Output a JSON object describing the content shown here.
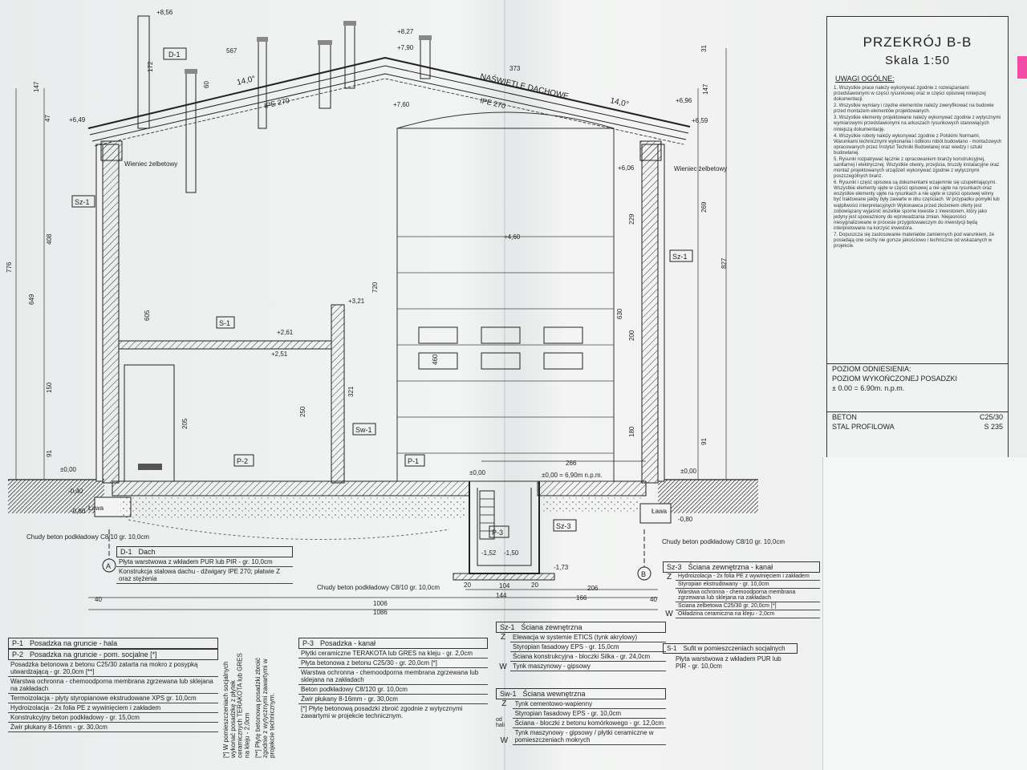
{
  "title": {
    "heading": "PRZEKRÓJ B-B",
    "scale": "Skala 1:50"
  },
  "notes": {
    "heading": "UWAGI OGÓLNE:",
    "items": [
      "1. Wszystkie prace należy wykonywać zgodnie z rozwiązaniami przedstawionymi w części rysunkowej oraz w części opisowej niniejszej dokumentacji.",
      "2. Wszystkie wymiary i rzędne elementów należy zweryfikować na budowie przed montażem elementów projektowanych.",
      "3. Wszystkie elementy projektowane należy wykonywać zgodnie z wytycznymi wymiarowymi przedstawionymi na arkuszach rysunkowych stanowiących niniejszą dokumentację.",
      "4. Wszystkie roboty należy wykonywać zgodnie z Polskimi Normami, Warunkami technicznymi wykonania i odbioru robót budowlano - montażowych opracowanych przez Instytut Techniki Budowlanej oraz wiedzy i sztuki budowlanej.",
      "5. Rysunki rozpatrywać łącznie z opracowaniem branży konstrukcyjnej, sanitarnej i elektrycznej. Wszystkie otwory, przejścia, bruzdy instalacyjne oraz montaż projektowanych urządzeń wykonywać zgodnie z wytycznymi poszczególnych branż.",
      "6. Rysunki i część opisowa są dokumentami wzajemnie się uzupełniającymi. Wszystkie elementy ujęte w części opisowej a nie ujęte na rysunkach oraz wszystkie elementy ujęte na rysunkach a nie ujęte w części opisowej winny być traktowane jakby były zawarte w obu częściach. W przypadku pomyłki lub wątpliwości interpretacyjnych Wykonawca przed złożeniem oferty jest zobowiązany wyjaśnić wszelkie sporne kwestie z inwestorem, który jako jedyny jest upoważniony do wprowadzania zmian. Niejasności niesygnalizowane w procesie przygotowawczym do inwestycji będą interpretowane na korzyść inwestora.",
      "7. Dopuszcza się zastosowanie materiałów zamiennych pod warunkiem, że posiadają one cechy nie gorsze jakościowo i techniczne od wskazanych w projekcie."
    ]
  },
  "reference": {
    "line1": "POZIOM ODNIESIENIA:",
    "line2": "POZIOM WYKOŃCZONEJ POSADZKI",
    "line3": "± 0.00 = 6.90m. n.p.m."
  },
  "materials": [
    {
      "name": "BETON",
      "value": "C25/30"
    },
    {
      "name": "STAL PROFILOWA",
      "value": "S 235"
    }
  ],
  "drawing": {
    "roof_label": "NAŚWIETLE DACHOWE",
    "beam_left": "IPE 270",
    "beam_right": "IPE 270",
    "slope_left": "14,0°",
    "slope_right": "14,0°",
    "wieniec_left": "Wieniec żelbetowy",
    "wieniec_right": "Wieniec żelbetowy",
    "tag_d1": "D-1",
    "tag_sz1_left": "Sz-1",
    "tag_sz1_right": "Sz-1",
    "tag_s1": "S-1",
    "tag_sw1": "Sw-1",
    "tag_p2": "P-2",
    "tag_p1": "P-1",
    "tag_p3": "P-3",
    "tag_sz3": "Sz-3",
    "lawa_left": "Ława",
    "lawa_right": "Ława",
    "axis_a": "A",
    "axis_b": "B",
    "levels": {
      "l856": "+8,56",
      "l827": "+8,27",
      "l790": "+7,90",
      "l760": "+7,60",
      "l649": "+6,49",
      "l696": "+6,96",
      "l659": "+6,59",
      "l606": "+6,06",
      "l460": "+4,60",
      "l321": "+3,21",
      "l261": "+2,61",
      "l251": "+2,51",
      "l000a": "±0,00",
      "l000b": "±0,00",
      "l000c": "±0,00 = 6,90m n.p.m.",
      "l000d": "±0,00",
      "l040": "-0,40",
      "l080a": "-0,80",
      "l080b": "-0,80",
      "l152": "-1,52",
      "l150": "-1,50",
      "l173": "-1,73"
    },
    "dims": {
      "d567": "567",
      "d373": "373",
      "d776": "776",
      "d827": "827",
      "d147a": "147",
      "d147b": "147",
      "d408": "408",
      "d649": "649",
      "d150": "150",
      "d91": "91",
      "d720": "720",
      "d630": "630",
      "d200": "200",
      "d250": "250",
      "d321": "321",
      "d460": "460",
      "d180": "180",
      "d266": "266",
      "d40a": "40",
      "d40b": "40",
      "d1006": "1006",
      "d1086": "1086",
      "d104": "104",
      "d144": "144",
      "d166": "166",
      "d206": "206",
      "d20a": "20",
      "d20b": "20",
      "d205": "205",
      "d605": "605",
      "d229": "229",
      "d269": "269",
      "d172": "172",
      "d91r": "91",
      "d31": "31",
      "d47": "47",
      "d60": "60"
    },
    "beton_left": "Chudy beton podkładowy C8/10 gr. 10,0cm",
    "beton_mid": "Chudy beton podkładowy C8/10 gr. 10,0cm",
    "beton_right": "Chudy beton podkładowy C8/10 gr. 10,0cm"
  },
  "legend_d1": {
    "tag": "D-1",
    "title": "Dach",
    "rows": [
      "Płyta warstwowa z wkładem PUR lub PIR - gr. 10,0cm",
      "Konstrukcja stalowa dachu - dźwigary IPE 270; płatwie Z oraz stężenia"
    ]
  },
  "legend_p": {
    "tag1": "P-1",
    "title1": "Posadzka na gruncie - hala",
    "tag2": "P-2",
    "title2": "Posadzka na gruncie - pom. socjalne [*]",
    "rows": [
      "Posadzka betonowa z betonu C25/30 zatarta na mokro z posypką utwardzającą - gr. 20,0cm [**]",
      "Warstwa ochronna - chemoodporna membrana zgrzewana lub sklejana na zakładach",
      "Termoizolacja - płyty styropianowe ekstrudowane XPS gr. 10,0cm",
      "Hydroizolacja - 2x folia PE z wywinięciem i zakładem",
      "Konstrukcyjny beton podkładowy - gr. 15,0cm",
      "Żwir płukany 8-16mm - gr. 30,0cm"
    ],
    "note1": "[*] W pomieszczeniach socjalnych wykonać posadzkę z płytek ceramicznych TERAKOTA lub GRES na kleju - 2,0cm",
    "note2": "[**] Płytę betonową posadzki zbroić zgodnie z wytycznymi zawartymi w projekcie technicznym."
  },
  "legend_p3": {
    "tag": "P-3",
    "title": "Posadzka - kanał",
    "rows": [
      "Płytki ceramiczne TERAKOTA lub GRES na kleju - gr. 2,0cm",
      "Płyta betonowa z betonu C25/30 - gr. 20,0cm [*]",
      "Warstwa ochronna - chemoodporna membrana zgrzewana lub sklejana na zakładach",
      "Beton podkładowy C8/120 gr. 10,0cm",
      "Żwir płukany 8-16mm - gr. 30,0cm"
    ],
    "note": "[*] Płytę betonową posadzki zbroić zgodnie z wytycznymi zawartymi w projekcie technicznym."
  },
  "legend_sz1": {
    "tag": "Sz-1",
    "title": "Ściana zewnętrzna",
    "z": "Z",
    "w": "W",
    "rows": [
      "Elewacja w systemie ETICS (tynk akrylowy)",
      "Styropian fasadowy EPS - gr. 15,0cm",
      "Ściana konstrukcyjna - bloczki Silka - gr. 24,0cm",
      "Tynk maszynowy - gipsowy"
    ]
  },
  "legend_sw1": {
    "tag": "Sw-1",
    "title": "Ściana wewnętrzna",
    "z": "Z",
    "zside": "od hali",
    "w": "W",
    "rows": [
      "Tynk cementowo-wapienny",
      "Styropian fasadowy EPS - gr. 10,0cm",
      "Ściana - bloczki z betonu komórkowego - gr. 12,0cm",
      "Tynk maszynowy - gipsowy / płytki ceramiczne w pomieszczeniach mokrych"
    ]
  },
  "legend_sz3": {
    "tag": "Sz-3",
    "title": "Ściana zewnętrzna - kanał",
    "z": "Z",
    "w": "W",
    "rows": [
      "Hydroizolacja - 2x folia PE z wywinięciem i zakładem",
      "Styropian ekstrudowany - gr. 10,0cm",
      "Warstwa ochronna - chemoodporna membrana zgrzewana lub sklejana na zakładach",
      "Ściana żelbetowa C25/30 gr. 20,0cm [*]",
      "Okładzina ceramiczna na kleju - 2,0cm"
    ]
  },
  "legend_s1": {
    "tag": "S-1",
    "title": "Sufit w pomieszczeniach socjalnych",
    "rows": [
      "Płyta warstwowa z wkładem PUR lub PIR - gr. 10,0cm"
    ]
  }
}
